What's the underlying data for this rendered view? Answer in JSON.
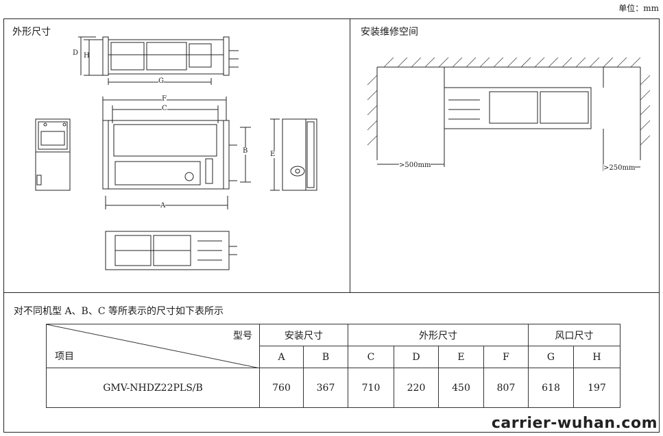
{
  "unit_label": "单位：mm",
  "panels": {
    "outline_title": "外形尺寸",
    "install_title": "安装维修空间",
    "table_title": "对不同机型 A、B、C 等所表示的尺寸如下表所示"
  },
  "dim_letters": {
    "A": "A",
    "B": "B",
    "C": "C",
    "D": "D",
    "E": "E",
    "F": "F",
    "G": "G",
    "H": "H"
  },
  "clearance": {
    "left": ">500mm",
    "right": ">250mm"
  },
  "table": {
    "corner_top": "型号",
    "corner_bottom": "项目",
    "groups": [
      "安装尺寸",
      "外形尺寸",
      "风口尺寸"
    ],
    "columns": [
      "A",
      "B",
      "C",
      "D",
      "E",
      "F",
      "G",
      "H"
    ],
    "row": {
      "model": "GMV-NHDZ22PLS/B",
      "values": [
        "760",
        "367",
        "710",
        "220",
        "450",
        "807",
        "618",
        "197"
      ]
    }
  },
  "watermark": "carrier-wuhan.com"
}
